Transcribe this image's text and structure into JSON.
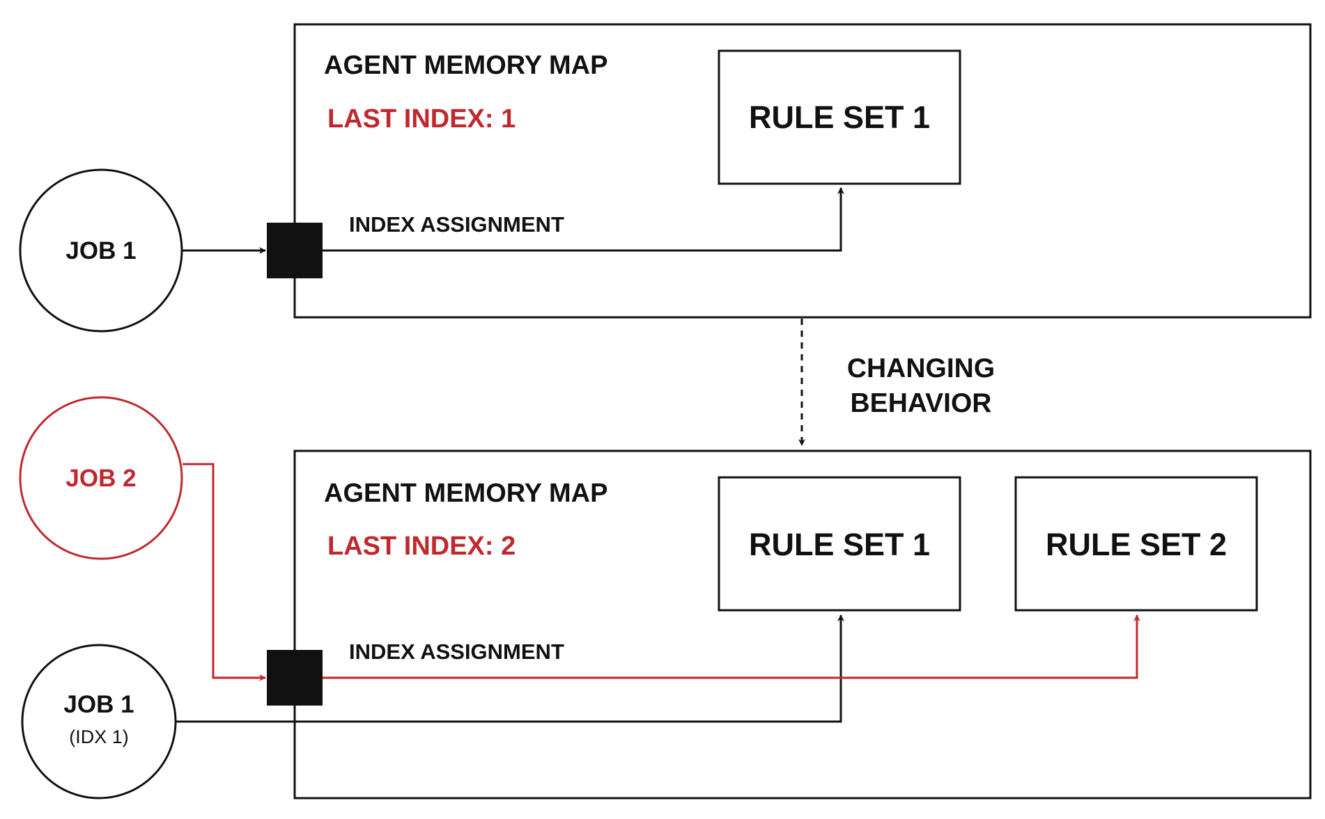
{
  "colors": {
    "black": "#111111",
    "red": "#c0282d",
    "background": "#ffffff"
  },
  "top_map": {
    "title": "AGENT MEMORY MAP",
    "last_index": "LAST INDEX: 1",
    "rule_set_1": "RULE SET 1",
    "index_assignment": "INDEX ASSIGNMENT",
    "job": "JOB 1"
  },
  "transition": {
    "line1": "CHANGING",
    "line2": "BEHAVIOR"
  },
  "bottom_map": {
    "title": "AGENT MEMORY MAP",
    "last_index": "LAST INDEX: 2",
    "rule_set_1": "RULE SET 1",
    "rule_set_2": "RULE SET 2",
    "index_assignment": "INDEX ASSIGNMENT",
    "job_new": "JOB 2",
    "job_old": "JOB 1",
    "job_old_sub": "(IDX 1)"
  }
}
